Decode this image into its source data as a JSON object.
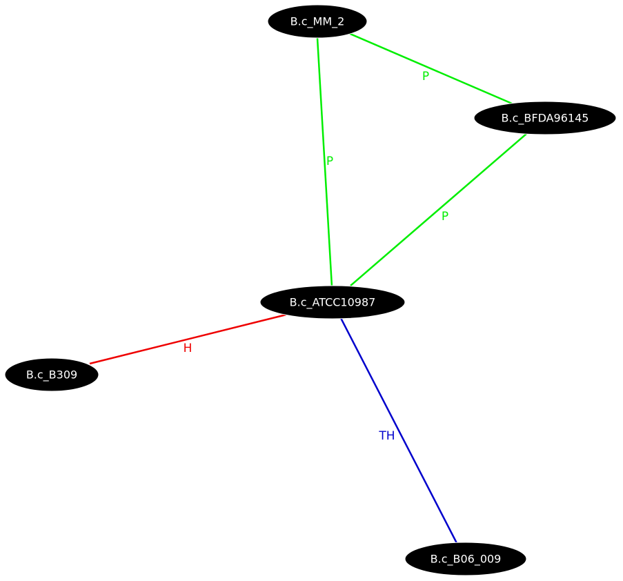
{
  "colors": {
    "background": "#ffffff",
    "node_fill": "#000000",
    "node_text": "#ffffff",
    "edge_P": "#00ee00",
    "edge_H": "#ee0000",
    "edge_TH": "#0000cc"
  },
  "nodes": [
    {
      "id": "mm2",
      "label": "B.c_MM_2"
    },
    {
      "id": "bfda",
      "label": "B.c_BFDA96145"
    },
    {
      "id": "atcc",
      "label": "B.c_ATCC10987"
    },
    {
      "id": "b309",
      "label": "B.c_B309"
    },
    {
      "id": "b06",
      "label": "B.c_B06_009"
    }
  ],
  "edges": [
    {
      "id": "mm2-bfda",
      "from": "mm2",
      "to": "bfda",
      "label": "P",
      "color": "#00ee00"
    },
    {
      "id": "mm2-atcc",
      "from": "mm2",
      "to": "atcc",
      "label": "P",
      "color": "#00ee00"
    },
    {
      "id": "bfda-atcc",
      "from": "bfda",
      "to": "atcc",
      "label": "P",
      "color": "#00ee00"
    },
    {
      "id": "atcc-b309",
      "from": "atcc",
      "to": "b309",
      "label": "H",
      "color": "#ee0000"
    },
    {
      "id": "atcc-b06",
      "from": "atcc",
      "to": "b06",
      "label": "TH",
      "color": "#0000cc"
    }
  ]
}
